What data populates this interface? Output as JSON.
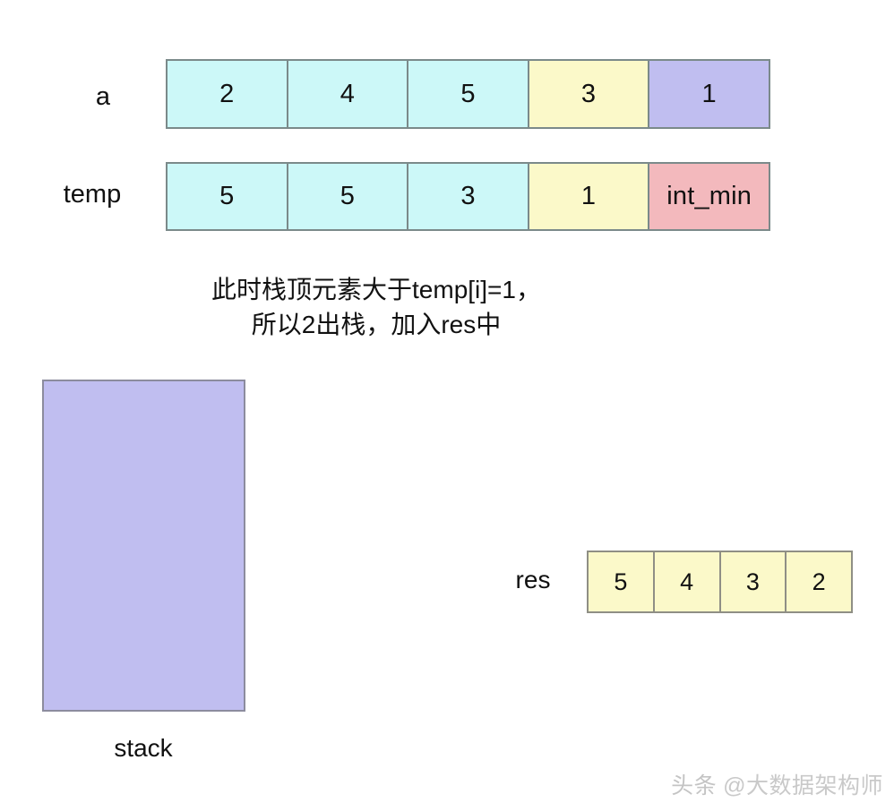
{
  "labels": {
    "a": "a",
    "temp": "temp",
    "res": "res",
    "stack": "stack"
  },
  "caption": {
    "line1": "此时栈顶元素大于temp[i]=1，",
    "line2": "所以2出栈，加入res中"
  },
  "arrays": {
    "a": {
      "name": "a",
      "cells": [
        {
          "value": "2",
          "fill": "#ccf8f8"
        },
        {
          "value": "4",
          "fill": "#ccf8f8"
        },
        {
          "value": "5",
          "fill": "#ccf8f8"
        },
        {
          "value": "3",
          "fill": "#fbf9c9"
        },
        {
          "value": "1",
          "fill": "#c0bef0"
        }
      ]
    },
    "temp": {
      "name": "temp",
      "cells": [
        {
          "value": "5",
          "fill": "#ccf8f8"
        },
        {
          "value": "5",
          "fill": "#ccf8f8"
        },
        {
          "value": "3",
          "fill": "#ccf8f8"
        },
        {
          "value": "1",
          "fill": "#fbf9c9"
        },
        {
          "value": "int_min",
          "fill": "#f3b9bd"
        }
      ]
    },
    "res": {
      "name": "res",
      "cells": [
        {
          "value": "5",
          "fill": "#fbf9c9"
        },
        {
          "value": "4",
          "fill": "#fbf9c9"
        },
        {
          "value": "3",
          "fill": "#fbf9c9"
        },
        {
          "value": "2",
          "fill": "#fbf9c9"
        }
      ]
    }
  },
  "stack": {
    "label": "stack",
    "items": [],
    "fill": "#c0bef0"
  },
  "watermark": {
    "brand": "头条",
    "handle": "@大数据架构师"
  },
  "colors": {
    "cyan": "#ccf8f8",
    "yellow": "#fbf9c9",
    "lavender": "#c0bef0",
    "pink": "#f3b9bd",
    "border": "#7b8a8a",
    "background": "#ffffff"
  }
}
